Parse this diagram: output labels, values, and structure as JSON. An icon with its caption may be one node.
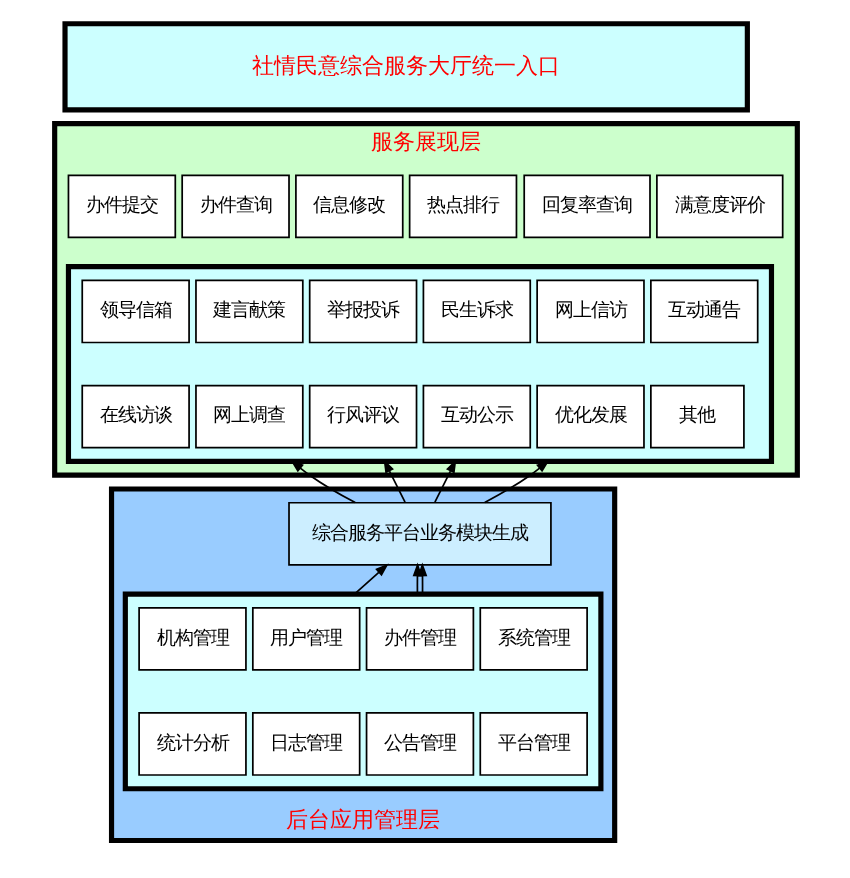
{
  "diagram": {
    "nodes": [
      {
        "text": [
          "社情民意综合服务大厅统一入口"
        ]
      },
      {
        "text": [
          "服务展现层"
        ]
      },
      {
        "text": [
          "办件提交"
        ],
        "in": 1
      },
      {
        "text": [
          "办件查询"
        ],
        "in": 1
      },
      {
        "text": [
          "信息修改"
        ],
        "in": 1
      },
      {
        "text": [
          "热点排行"
        ],
        "in": 1
      },
      {
        "text": [
          "回复率查询"
        ],
        "in": 1
      },
      {
        "text": [
          "满意度评价"
        ],
        "in": 1
      },
      {
        "text": [],
        "shape": "box",
        "in": 1
      },
      {
        "text": [
          "领导信箱"
        ],
        "in": 8
      },
      {
        "text": [
          "建言献策"
        ],
        "in": 8
      },
      {
        "text": [
          "举报投诉"
        ],
        "in": 8
      },
      {
        "text": [
          "民生诉求"
        ],
        "in": 8
      },
      {
        "text": [
          "网上信访"
        ],
        "in": 8
      },
      {
        "text": [
          "互动通告"
        ],
        "in": 8
      },
      {
        "text": [
          "在线访谈"
        ],
        "in": 8
      },
      {
        "text": [
          "网上调查"
        ],
        "in": 8
      },
      {
        "text": [
          "行风评议"
        ],
        "in": 8
      },
      {
        "text": [
          "互动公示"
        ],
        "in": 8
      },
      {
        "text": [
          "优化发展"
        ],
        "in": 8
      },
      {
        "text": [
          "其他"
        ],
        "in": 8
      },
      {
        "text": [
          "后台应用管理层"
        ]
      },
      {
        "text": [
          "综合服务平台业务模块生成"
        ],
        "in": 21
      },
      {
        "text": [],
        "shape": "box",
        "in": 21
      },
      {
        "text": [
          "机构管理"
        ],
        "in": 23
      },
      {
        "text": [
          "用户管理"
        ],
        "in": 23
      },
      {
        "text": [
          "办件管理"
        ],
        "in": 23
      },
      {
        "text": [
          "系统管理"
        ],
        "in": 23
      },
      {
        "text": [
          "统计分析"
        ],
        "in": 23
      },
      {
        "text": [
          "日志管理"
        ],
        "in": 23
      },
      {
        "text": [
          "公告管理"
        ],
        "in": 23
      },
      {
        "text": [
          "平台管理"
        ],
        "in": 23
      }
    ],
    "edges": [
      {
        "from": 22,
        "to": 8,
        "arrow": "to"
      },
      {
        "from": 22,
        "to": 8,
        "arrow": "to"
      },
      {
        "from": 22,
        "to": 8,
        "arrow": "to"
      },
      {
        "from": 22,
        "to": 8,
        "arrow": "to"
      },
      {
        "from": 23,
        "to": 22,
        "arrow": "to"
      },
      {
        "from": 23,
        "to": 22,
        "arrow": "to"
      },
      {
        "from": 23,
        "to": 22,
        "arrow": "to"
      }
    ]
  }
}
